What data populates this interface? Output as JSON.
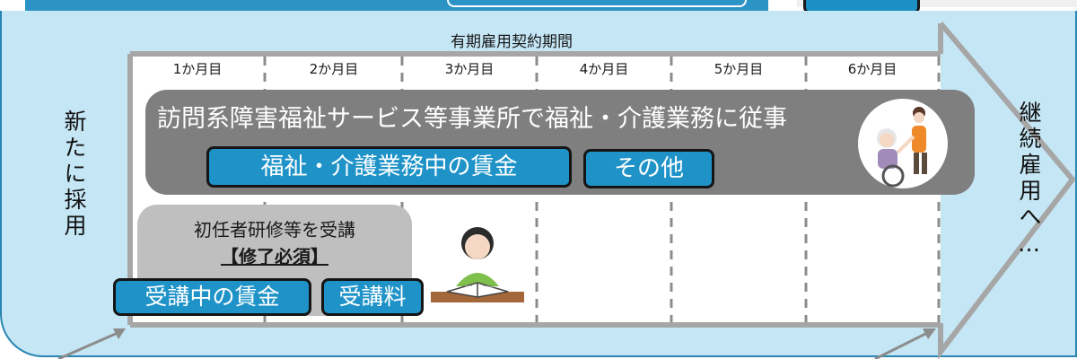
{
  "diagram": {
    "left_label": "新たに採用",
    "right_label": "継続雇用へ…",
    "period_label": "有期雇用契約期間",
    "months": [
      "1か月目",
      "2か月目",
      "3か月目",
      "4か月目",
      "5か月目",
      "6か月目"
    ],
    "work_box": {
      "title": "訪問系障害福祉サービス等事業所で福祉・介護業務に従事",
      "wage_label": "福祉・介護業務中の賃金",
      "other_label": "その他"
    },
    "training_box": {
      "title": "初任者研修等を受講",
      "requirement": "【修了必須】",
      "wage_label": "受講中の賃金",
      "fee_label": "受講料"
    }
  },
  "colors": {
    "panel_bg": "#c5e6f5",
    "panel_border": "#2a86b3",
    "blue_button": "#1f93c8",
    "gray_box": "#7f7f7f",
    "light_box": "#bfbfbf"
  },
  "icons": [
    "caregiver-wheelchair-icon",
    "student-studying-icon"
  ]
}
